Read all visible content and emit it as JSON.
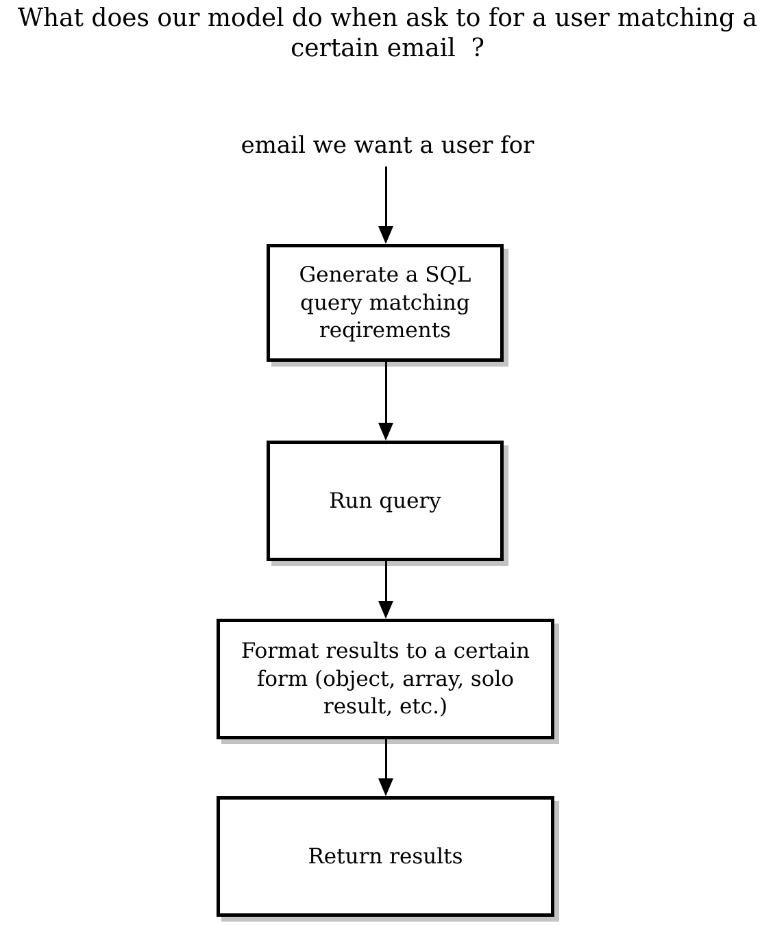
{
  "page": {
    "title": "What does our model do when ask to for a user matching a\ncertain email  ?"
  },
  "flow": {
    "input_label": "email we want a user for",
    "steps": [
      {
        "id": "generate-sql-query",
        "label": "Generate a SQL\nquery matching\nreqirements"
      },
      {
        "id": "run-query",
        "label": "Run query"
      },
      {
        "id": "format-results",
        "label": "Format results to a certain\nform (object, array, solo\nresult, etc.)"
      },
      {
        "id": "return-results",
        "label": "Return results"
      }
    ],
    "colors": {
      "background": "#ffffff",
      "box_fill": "#ffffff",
      "box_border": "#000000",
      "box_shadow": "#c3c3c3",
      "text": "#000000",
      "arrow": "#000000"
    }
  }
}
